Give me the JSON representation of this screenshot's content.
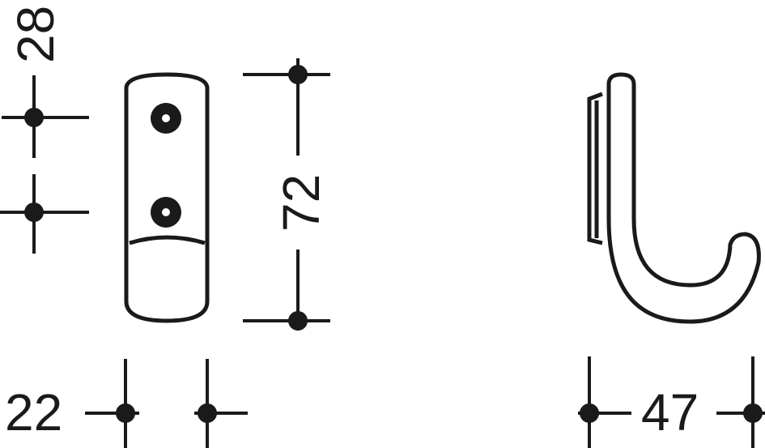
{
  "colors": {
    "ink": "#1a1a1a",
    "background": "#ffffff"
  },
  "dimensions": {
    "hole_spacing": "28",
    "height": "72",
    "width": "22",
    "depth": "47"
  }
}
